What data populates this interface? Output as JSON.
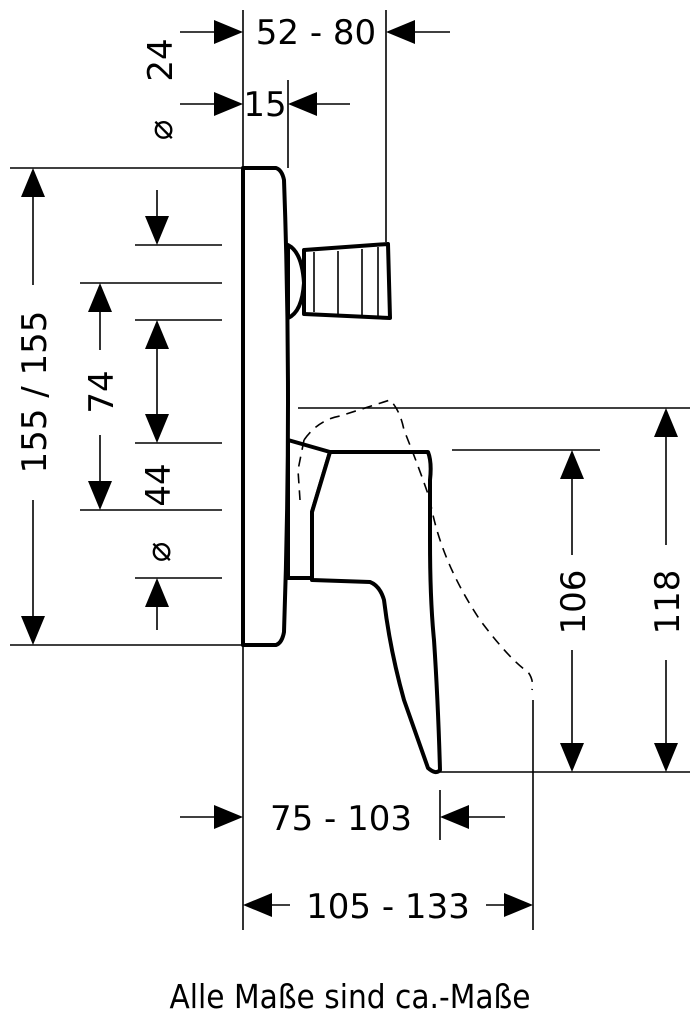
{
  "dimensions": {
    "d24": {
      "symbol": "⌀",
      "value": "24"
    },
    "d52_80": "52 - 80",
    "d15": "15",
    "d155": "155 / 155",
    "d74": "74",
    "d44": {
      "symbol": "⌀",
      "value": "44"
    },
    "d106": "106",
    "d118": "118",
    "d75_103": "75 - 103",
    "d105_133": "105 - 133"
  },
  "caption": "Alle Maße sind ca.-Maße"
}
